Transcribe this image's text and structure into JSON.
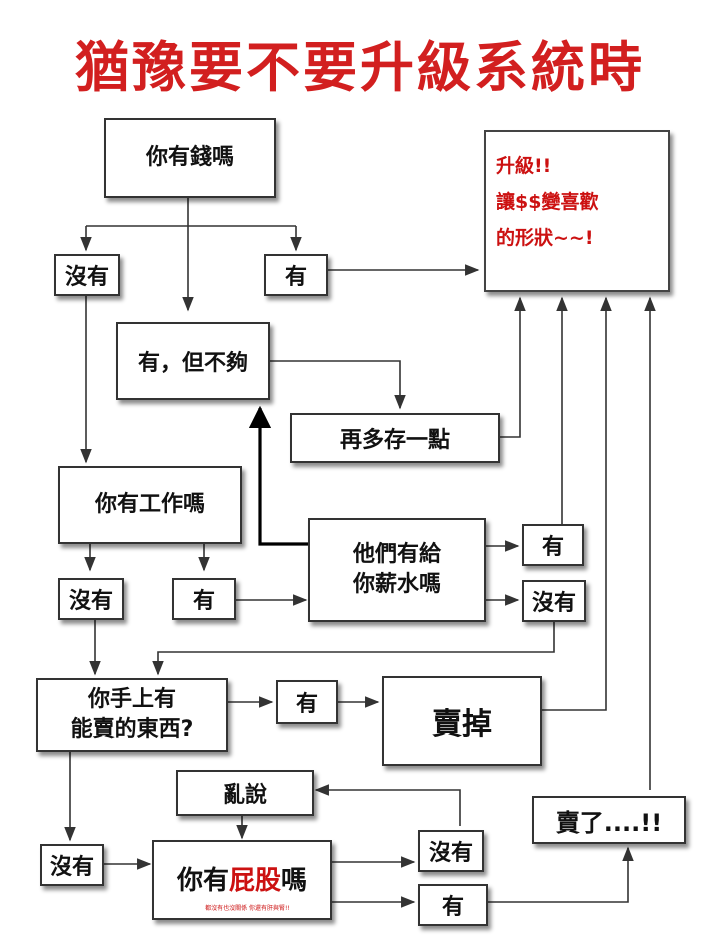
{
  "title": "猶豫要不要升級系統時",
  "colors": {
    "title": "#d21f1f",
    "accent": "#cc1111",
    "ink": "#333333"
  },
  "result": {
    "lines": [
      "升級!!",
      "讓$$變喜歡",
      "的形狀~~!"
    ]
  },
  "q_money": "你有錢嗎",
  "a_money_no": "沒有",
  "a_money_yes": "有",
  "a_money_not_enough": "有，但不夠",
  "save_more": "再多存一點",
  "q_job": "你有工作嗎",
  "a_job_no": "沒有",
  "a_job_yes": "有",
  "q_salary": "他們有給\n你薪水嗎",
  "a_salary_yes": "有",
  "a_salary_no": "沒有",
  "q_sell": "你手上有\n能賣的東西?",
  "a_sell_yes": "有",
  "sell_it": "賣掉",
  "nonsense": "亂說",
  "a_sell_no": "沒有",
  "q_butt": {
    "prefix": "你有",
    "highlight": "屁股",
    "suffix": "嗎"
  },
  "butt_note": "都沒有也沒關係 你還有肝與腎!!",
  "a_butt_no": "沒有",
  "a_butt_yes": "有",
  "sold": "賣了....!!"
}
